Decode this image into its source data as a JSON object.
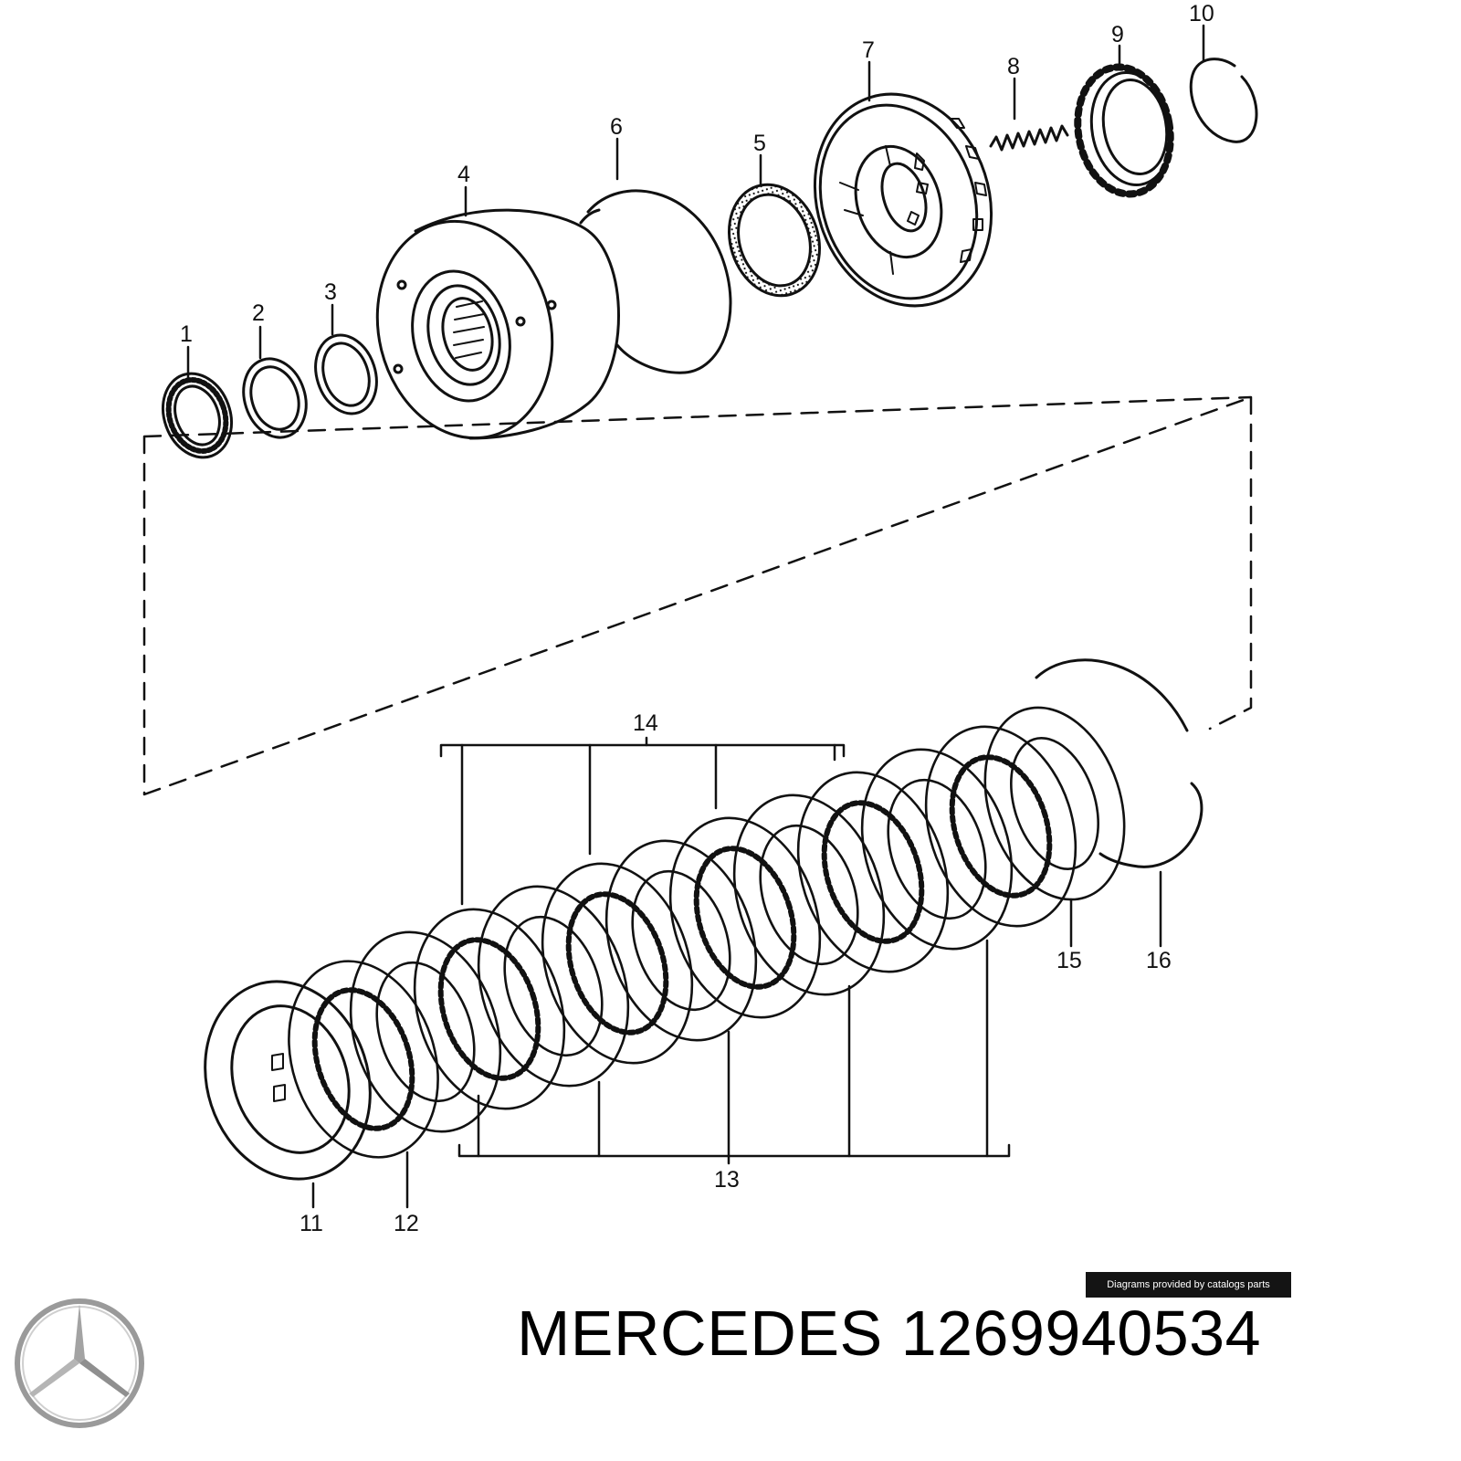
{
  "callouts": {
    "c1": "1",
    "c2": "2",
    "c3": "3",
    "c4": "4",
    "c5": "5",
    "c6": "6",
    "c7": "7",
    "c8": "8",
    "c9": "9",
    "c10": "10",
    "c11": "11",
    "c12": "12",
    "c13": "13",
    "c14": "14",
    "c15": "15",
    "c16": "16"
  },
  "credit": "Diagrams provided by catalogs parts",
  "footer": {
    "brand": "MERCEDES",
    "part_number": "1269940534"
  },
  "logo_icon": "mercedes-star-logo-icon",
  "colors": {
    "line": "#111111",
    "logo": "#9a9a9a",
    "credit_bg": "#141414"
  }
}
